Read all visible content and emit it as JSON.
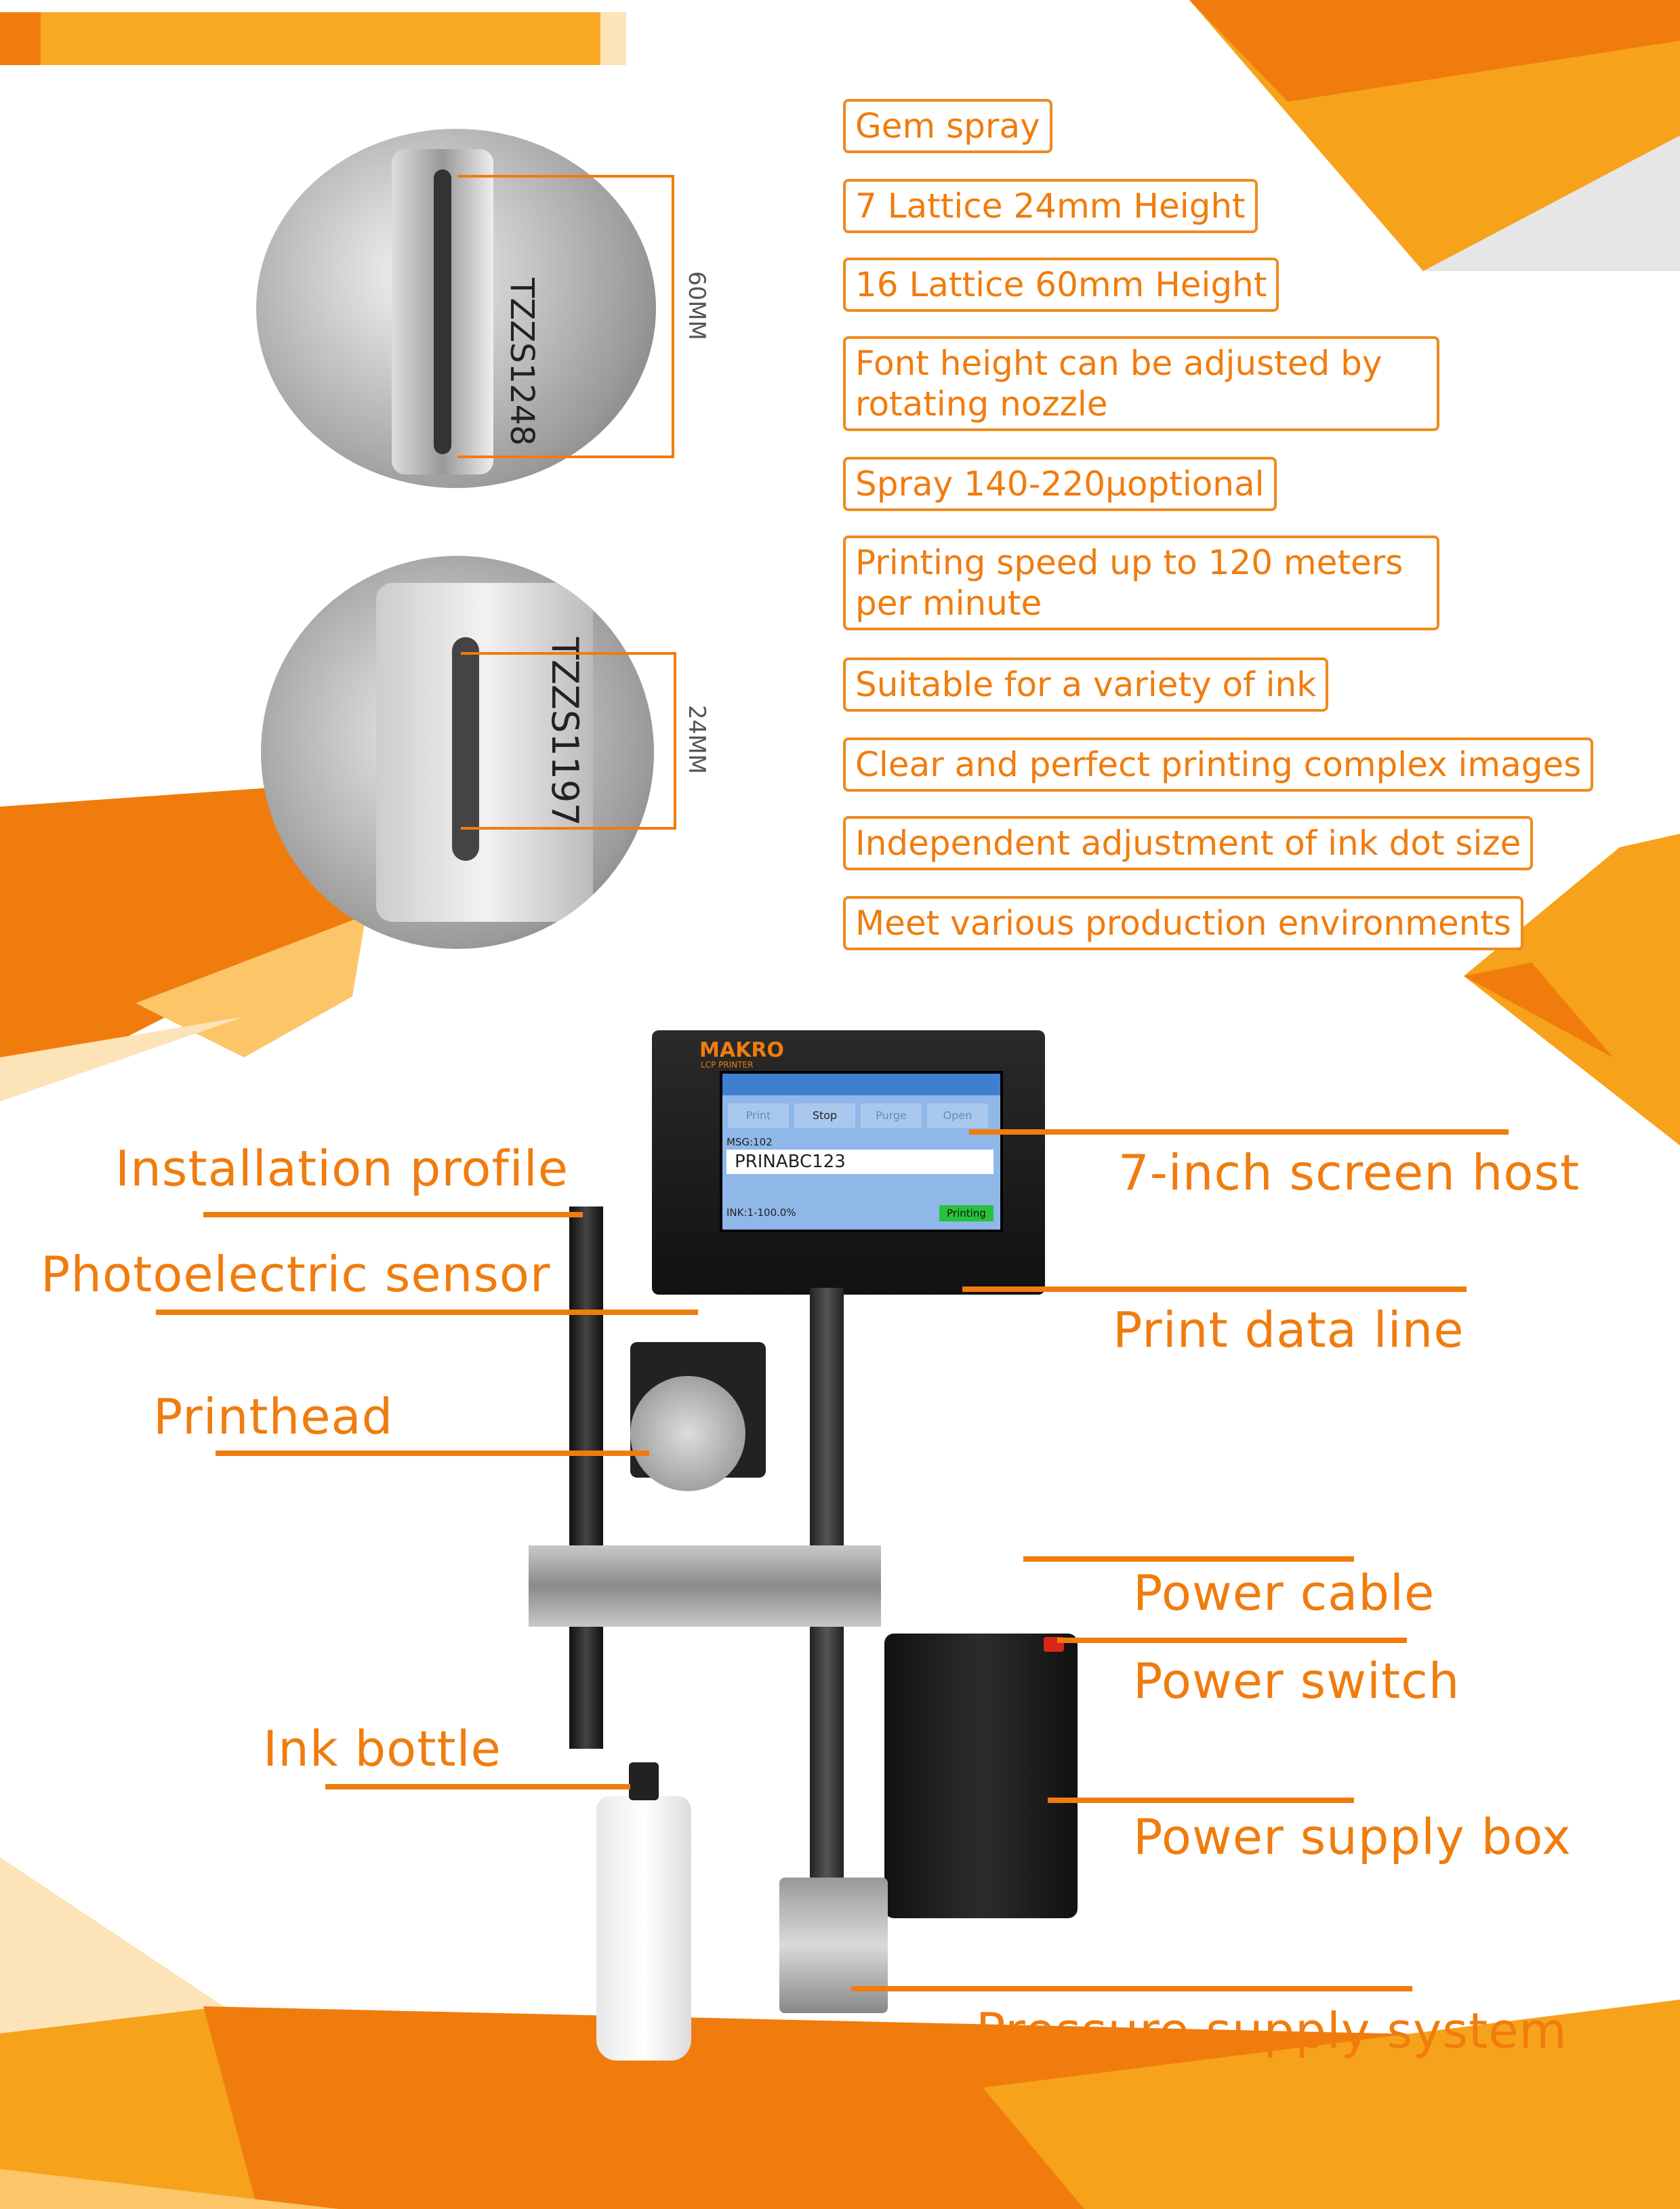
{
  "features": [
    "Gem spray",
    "7 Lattice 24mm Height",
    "16 Lattice 60mm Height",
    "Font height can be adjusted by rotating nozzle",
    "Spray 140-220μoptional",
    "Printing speed up to 120 meters per minute",
    "Suitable for a variety of ink",
    "Clear and perfect printing complex images",
    "Independent adjustment of ink dot size",
    "Meet various production environments"
  ],
  "nozzle_top": {
    "model": "TZZS1248",
    "dimension": "60MM"
  },
  "nozzle_bottom": {
    "model": "TZZS1197",
    "dimension": "24MM"
  },
  "screen": {
    "brand": "MAKRO",
    "subtitle": "LCP PRINTER",
    "buttons": [
      "Print",
      "Stop",
      "Purge",
      "Open"
    ],
    "msg": "MSG:102",
    "text": "PRINABC123",
    "ink": "INK:1-100.0%",
    "status": "Printing"
  },
  "callouts": {
    "installation_profile": "Installation profile",
    "photoelectric_sensor": "Photoelectric sensor",
    "printhead": "Printhead",
    "ink_bottle": "Ink bottle",
    "screen_host": "7-inch screen host",
    "print_data_line": "Print data line",
    "power_cable": "Power cable",
    "power_switch": "Power switch",
    "power_supply_box": "Power supply box",
    "pressure_supply_system": "Pressure supply system"
  },
  "colors": {
    "accent": "#f07c0e",
    "accent_light": "#f9b233",
    "pale": "#fde3b8",
    "grey": "#e5e5e5"
  }
}
